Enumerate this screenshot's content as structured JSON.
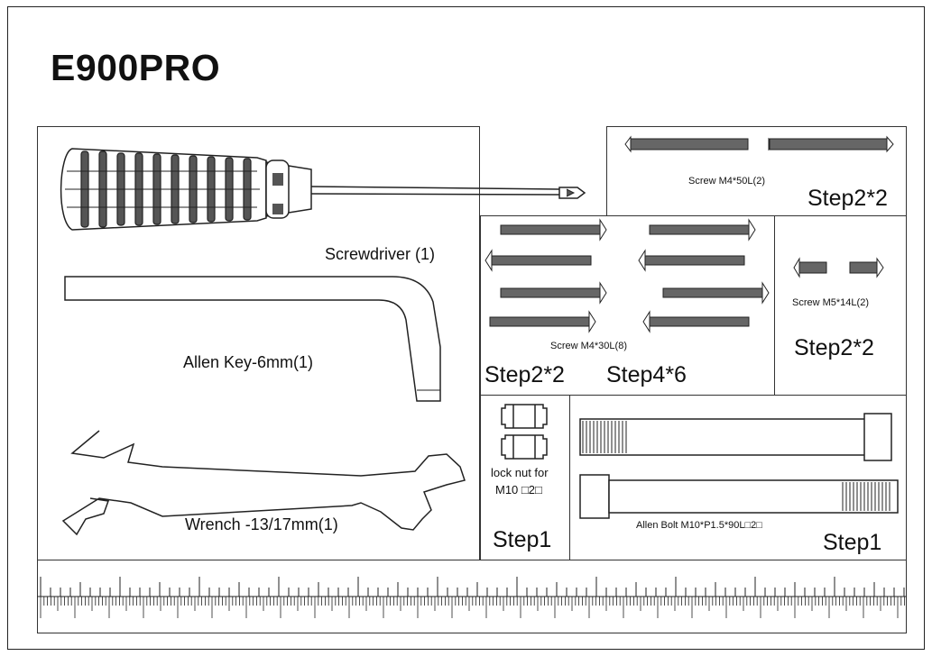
{
  "title": "E900PRO",
  "items": {
    "screwdriver": "Screwdriver (1)",
    "allen_key": "Allen Key-6mm(1)",
    "wrench": "Wrench -13/17mm(1)",
    "screw_m4_50": "Screw M4*50L(2)",
    "screw_m4_30": "Screw M4*30L(8)",
    "screw_m5_14": "Screw M5*14L(2)",
    "lock_nut_line1": "lock nut for",
    "lock_nut_line2": "M10 □2□",
    "allen_bolt": "Allen Bolt M10*P1.5*90L□2□"
  },
  "steps": {
    "m4_50": "Step2*2",
    "m4_30_a": "Step2*2",
    "m4_30_b": "Step4*6",
    "m5_14": "Step2*2",
    "lock_nut": "Step1",
    "allen_bolt": "Step1"
  },
  "icons": [
    "screwdriver-icon",
    "allen-key-icon",
    "wrench-icon",
    "screw-icon",
    "lock-nut-icon",
    "allen-bolt-icon",
    "ruler-icon"
  ]
}
